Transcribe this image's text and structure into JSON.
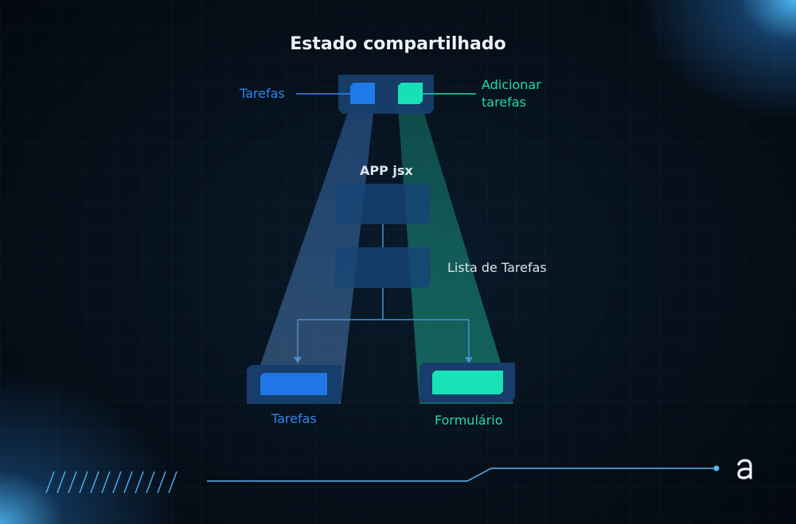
{
  "diagram": {
    "title": "Estado compartilhado",
    "top_left_label": "Tarefas",
    "top_right_label_line1": "Adicionar",
    "top_right_label_line2": "tarefas",
    "app_label": "APP jsx",
    "list_label": "Lista de Tarefas",
    "bottom_left_label": "Tarefas",
    "bottom_right_label": "Formulário"
  },
  "colors": {
    "background": "#050d16",
    "blue_accent": "#2f87f0",
    "green_accent": "#19dcb0",
    "box_fill": "#133a66",
    "connector_line": "#4a8fd0",
    "glow": "#50beff"
  },
  "icons": {
    "logo": "alura-a-logo",
    "decoration": "diagonal-stripes"
  }
}
